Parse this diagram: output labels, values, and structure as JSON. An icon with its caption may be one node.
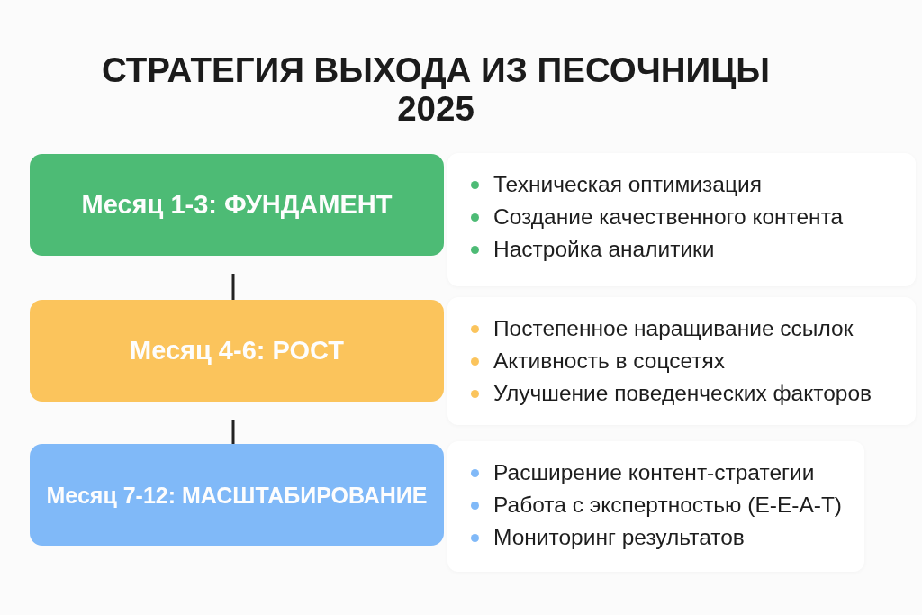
{
  "diagram": {
    "title": "СТРАТЕГИЯ ВЫХОДА ИЗ ПЕСОЧНИЦЫ 2025",
    "nodes": [
      {
        "text": [
          "Месяц 1-3: ФУНДАМЕНТ"
        ],
        "beside": [
          "Техническая оптимизация",
          "Создание качественного контента",
          "Настройка аналитики"
        ]
      },
      {
        "text": [
          "Месяц 4-6: РОСТ"
        ],
        "beside": [
          "Постепенное наращивание ссылок",
          "Активность в соцсетях",
          "Улучшение поведенческих факторов"
        ]
      },
      {
        "text": [
          "Месяц 7-12: МАСШТАБИРОВАНИЕ"
        ],
        "beside": [
          "Расширение контент-стратегии",
          "Работа с экспертностью (E-E-A-T)",
          "Мониторинг результатов"
        ]
      }
    ],
    "edges": [
      {
        "from": 0,
        "to": 1,
        "arrow": "none"
      },
      {
        "from": 1,
        "to": 2,
        "arrow": "none"
      }
    ]
  }
}
